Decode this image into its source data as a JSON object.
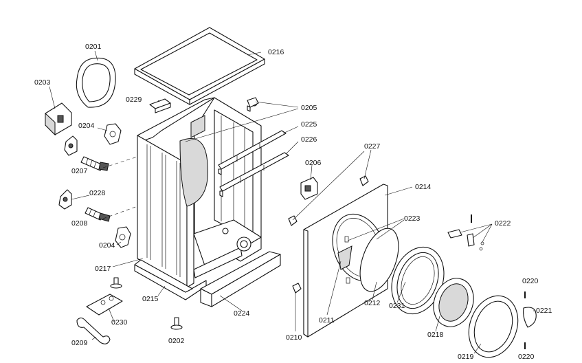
{
  "colors": {
    "line": "#111111",
    "background": "#ffffff",
    "shade": "#d9d9d9"
  },
  "labels": {
    "l0201": "0201",
    "l0202": "0202",
    "l0203": "0203",
    "l0204a": "0204",
    "l0204b": "0204",
    "l0205": "0205",
    "l0206": "0206",
    "l0207": "0207",
    "l0208": "0208",
    "l0209": "0209",
    "l0210": "0210",
    "l0211": "0211",
    "l0212": "0212",
    "l0214": "0214",
    "l0215": "0215",
    "l0216": "0216",
    "l0217": "0217",
    "l0218": "0218",
    "l0219": "0219",
    "l0220a": "0220",
    "l0220b": "0220",
    "l0221": "0221",
    "l0222": "0222",
    "l0223": "0223",
    "l0224": "0224",
    "l0225": "0225",
    "l0226": "0226",
    "l0227": "0227",
    "l0228": "0228",
    "l0229": "0229",
    "l0230": "0230",
    "l0231": "0231"
  }
}
